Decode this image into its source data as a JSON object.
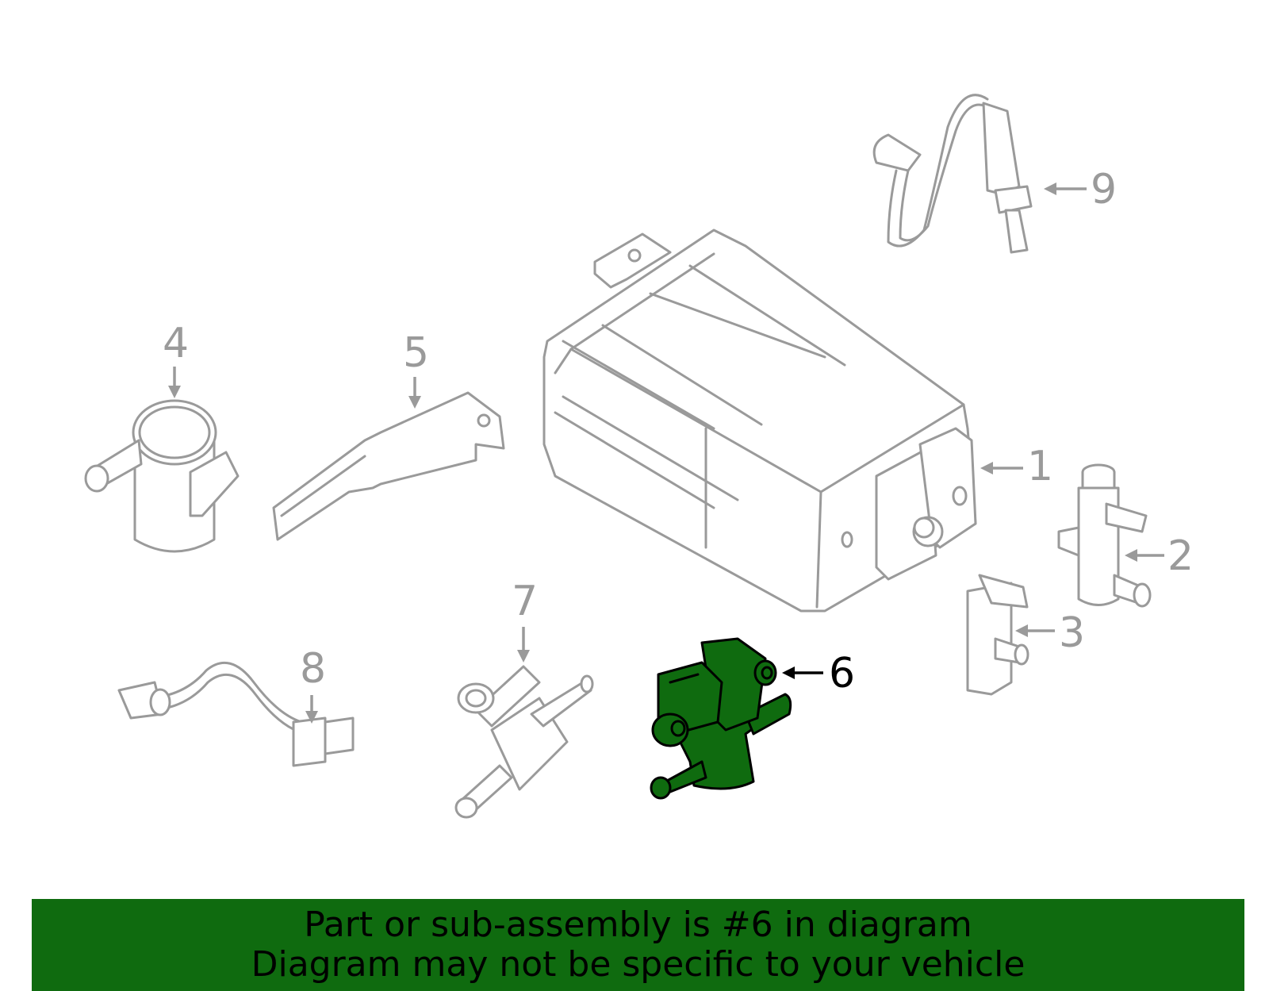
{
  "callouts": [
    "1",
    "2",
    "3",
    "4",
    "5",
    "6",
    "7",
    "8",
    "9"
  ],
  "highlighted_part": "6",
  "colors": {
    "highlight": "#0f6b0f",
    "line": "#9a9a9a",
    "text": "#000000"
  },
  "banner": {
    "line1": "Part or sub-assembly is #6 in diagram",
    "line2": "Diagram may not be specific to your vehicle"
  }
}
